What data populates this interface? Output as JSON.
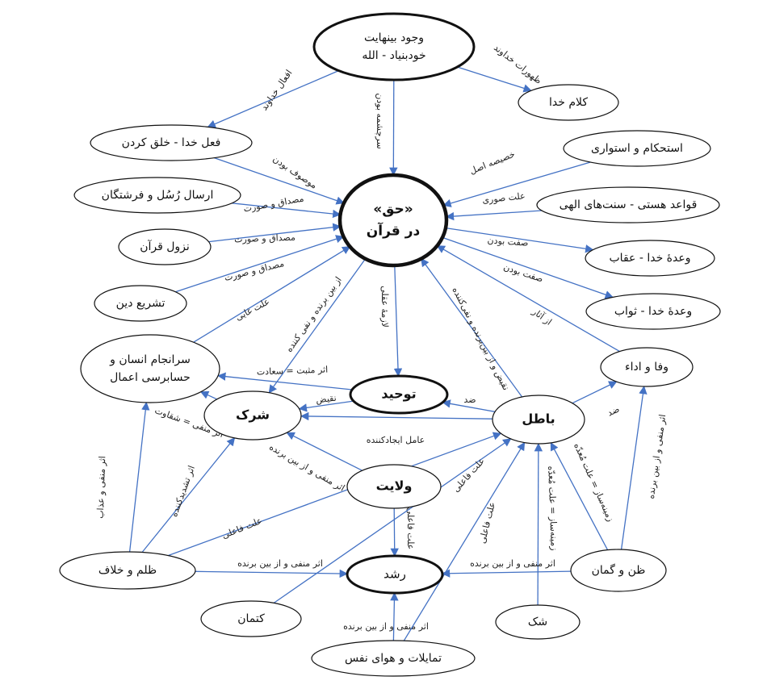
{
  "nodes": {
    "wujud": {
      "lines": [
        "وجود بینهایت",
        "خودبنیاد - الله"
      ]
    },
    "haqq": {
      "lines": [
        "«حق»",
        "در قرآن"
      ]
    },
    "fel": {
      "lines": [
        "فعل خدا - خلق کردن"
      ]
    },
    "ersal": {
      "lines": [
        "ارسال رُسُل و فرشتگان"
      ]
    },
    "nuzul": {
      "lines": [
        "نزول قرآن"
      ]
    },
    "tashri": {
      "lines": [
        "تشریع دین"
      ]
    },
    "saranjam": {
      "lines": [
        "سرانجام انسان و",
        "حسابرسی اعمال"
      ]
    },
    "kalam": {
      "lines": [
        "کلام خدا"
      ]
    },
    "estehkam": {
      "lines": [
        "استحکام و استواری"
      ]
    },
    "qavaed": {
      "lines": [
        "قواعد هستی - سنت‌های الهی"
      ]
    },
    "iqab": {
      "lines": [
        "وعدهٔ خدا - عقاب"
      ]
    },
    "savab": {
      "lines": [
        "وعدهٔ خدا - ثواب"
      ]
    },
    "vafa": {
      "lines": [
        "وفا و اداء"
      ]
    },
    "tawhid": {
      "lines": [
        "توحید"
      ]
    },
    "shirk": {
      "lines": [
        "شرک"
      ]
    },
    "batil": {
      "lines": [
        "باطل"
      ]
    },
    "velayat": {
      "lines": [
        "ولایت"
      ]
    },
    "roshd": {
      "lines": [
        "رشد"
      ]
    },
    "zolm": {
      "lines": [
        "ظلم و خلاف"
      ]
    },
    "ketman": {
      "lines": [
        "کتمان"
      ]
    },
    "tamayol": {
      "lines": [
        "تمایلات و هوای نفس"
      ]
    },
    "shak": {
      "lines": [
        "شک"
      ]
    },
    "zann": {
      "lines": [
        "ظن و گمان"
      ]
    }
  },
  "edges": {
    "wujud_fel": "افعال خداوند",
    "wujud_haqq": "سرچشمه بودن",
    "wujud_kalam": "ظهورات خداوند",
    "fel_haqq": "موصوف بودن",
    "ersal_haqq": "مصداق و صورت",
    "nuzul_haqq": "مصداق و صورت",
    "tashri_haqq": "مصداق و صورت",
    "saranjam_haqq": "علت غایی",
    "estehkam_haqq": "خصیصه اصل",
    "qavaed_haqq": "علت صوری",
    "haqq_iqab": "صفت بودن",
    "haqq_savab": "صفت بودن",
    "vafa_haqq": "از آثار",
    "haqq_tawhid": "لازمهٔ عقلی",
    "haqq_shirk": "از بین برنده و نفی کننده",
    "batil_haqq": "نقیض و از بین‌برنده و نفی‌کننده",
    "tawhid_saranjam": "اثر مثبت = سعادت",
    "tawhid_shirk": "نقیض",
    "batil_tawhid": "ضد",
    "shirk_saranjam": "اثر منفی = شقاوت",
    "batil_shirk": "عامل ایجادکننده",
    "velayat_shirk": "اثر منفی و از بین برنده",
    "batil_vafa": "ضد",
    "velayat_roshd": "علت فاعلی",
    "zolm_saranjam": "اثر منفی و عذاب",
    "zolm_shirk": "اثر تشدیدکننده",
    "zolm_batil": "علت فاعلی",
    "zolm_roshd": "اثر منفی و از بین برنده",
    "ketman_batil": "علت فاعلی",
    "tamayol_roshd": "اثر منفی و از بین برنده",
    "tamayol_batil": "علت فاعلی",
    "zann_batil": "زمینه‌ساز = علت مُعدّه",
    "shak_batil": "زمینه‌ساز = علت مُعدّه",
    "zann_roshd": "اثر منفی و از بین برنده",
    "zann_vafa": "اثر منفی و از بین برنده"
  }
}
